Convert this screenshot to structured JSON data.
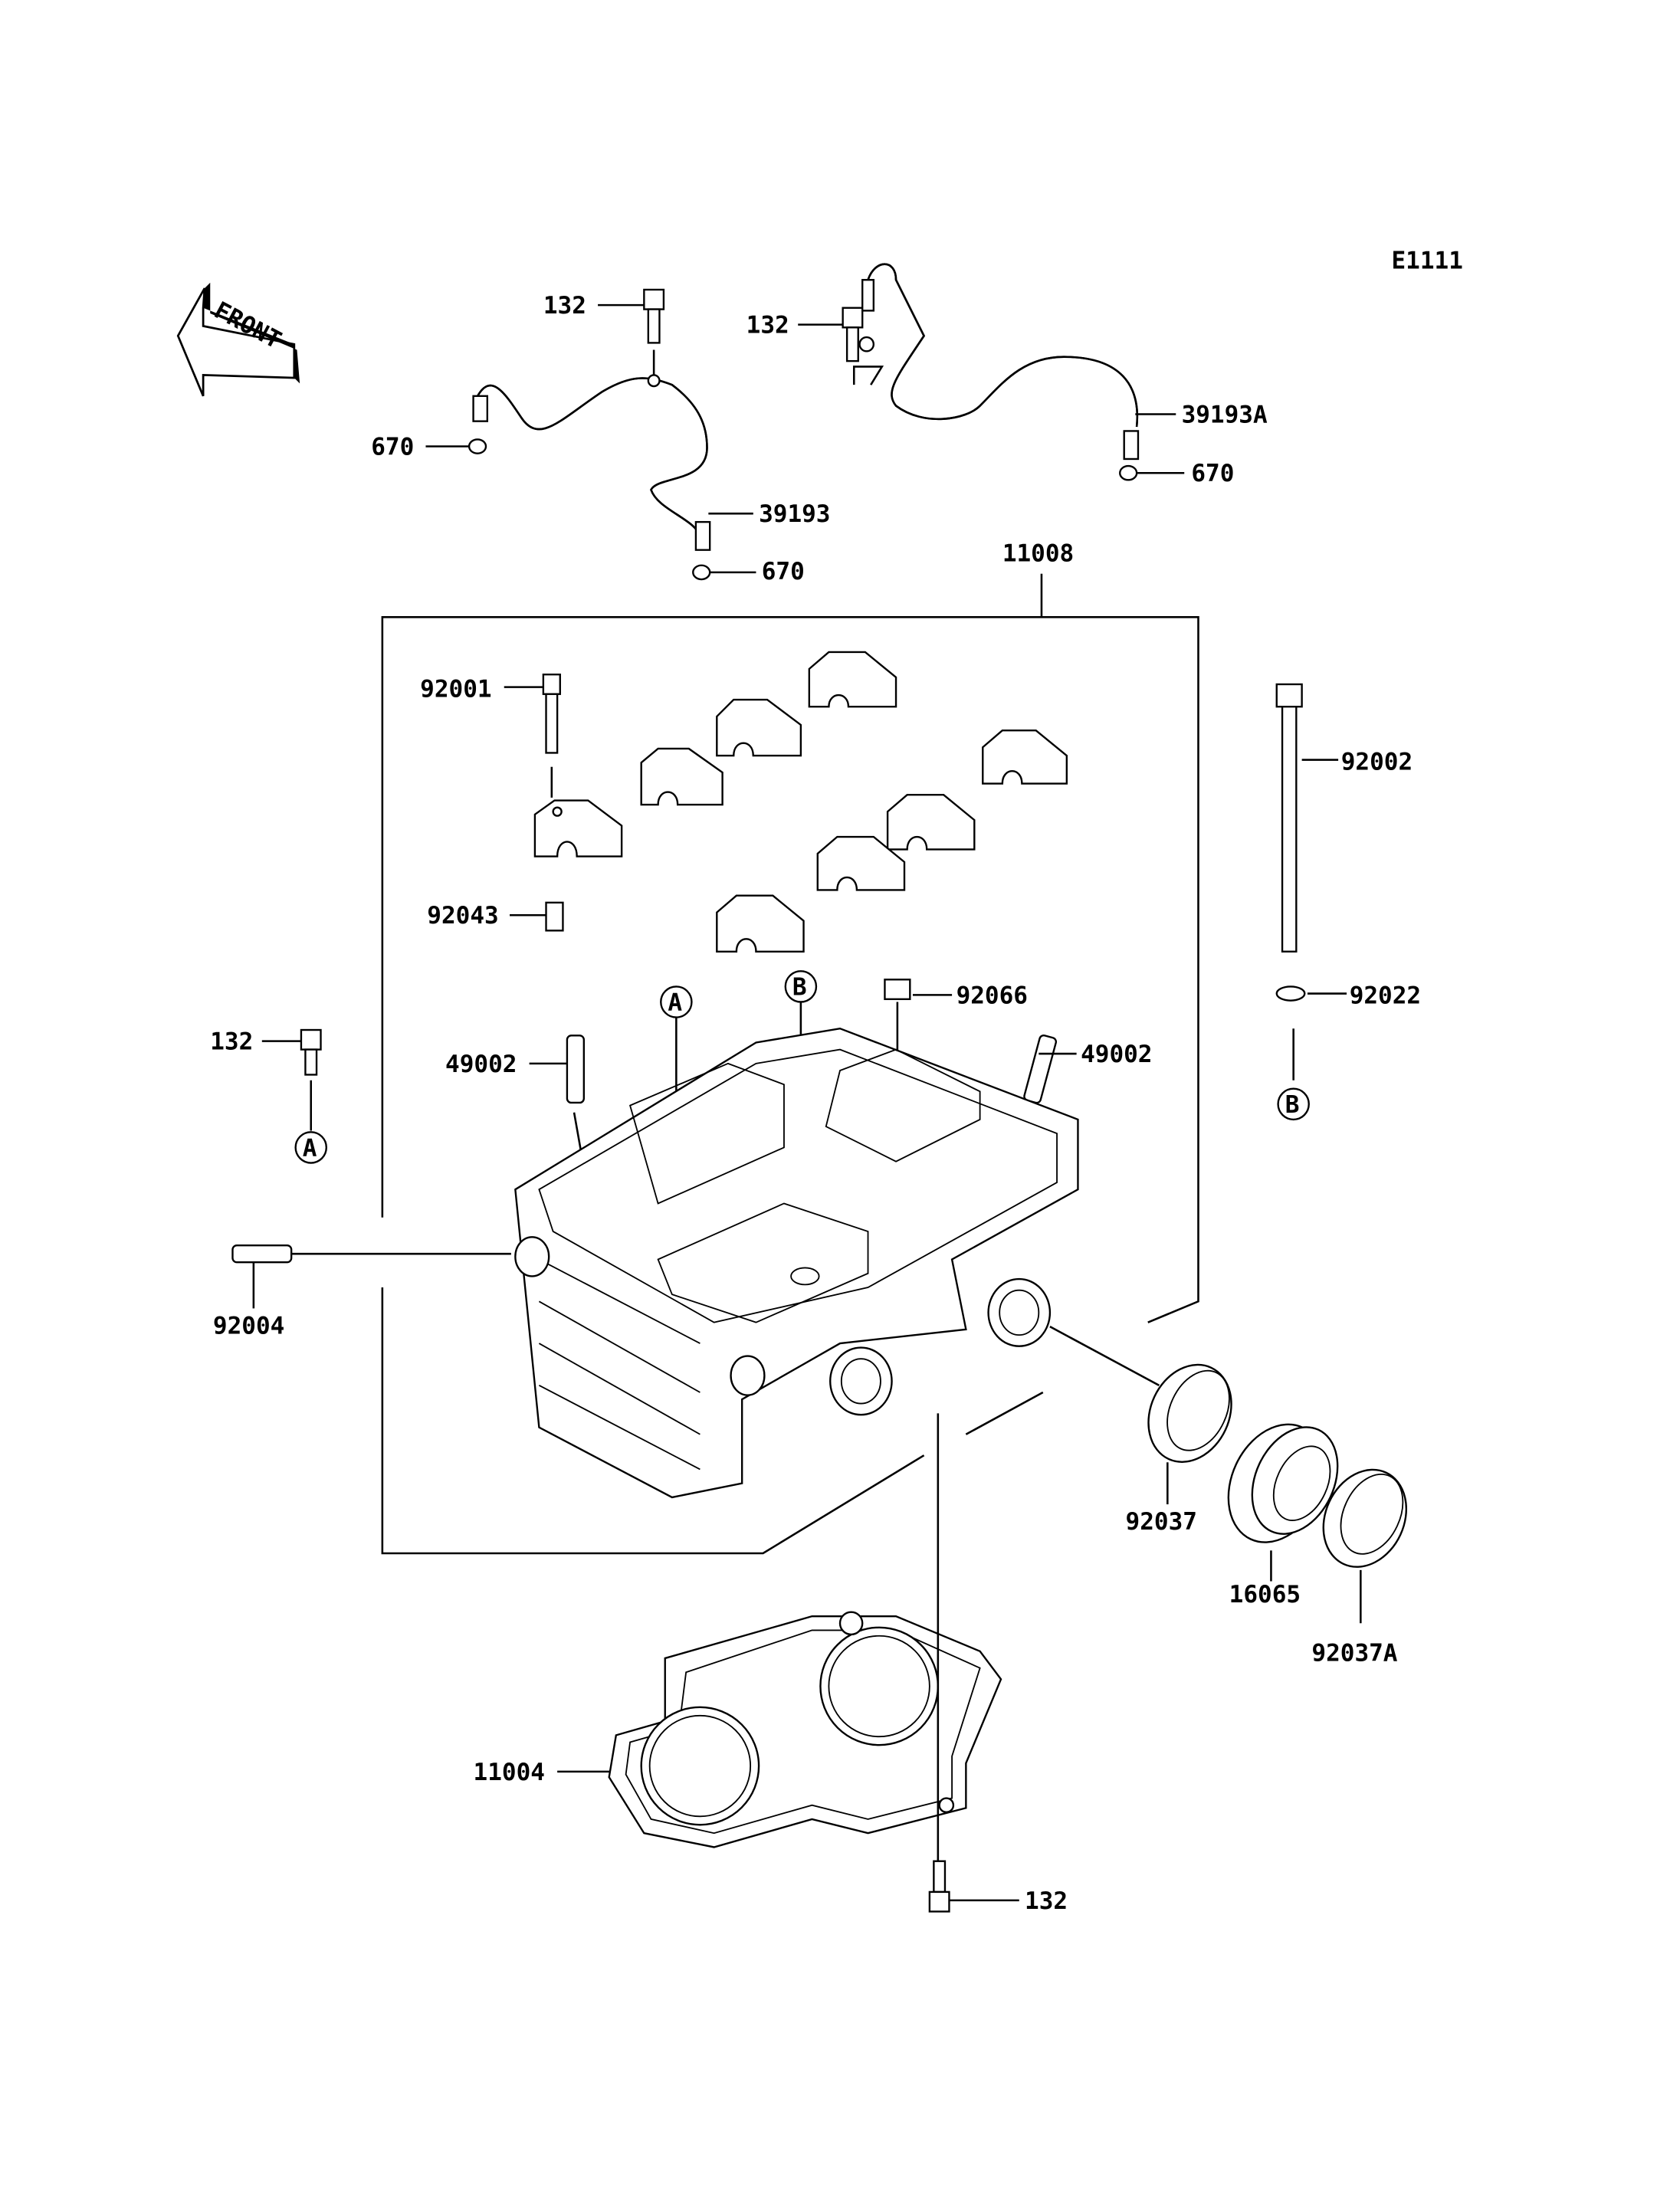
{
  "diagram": {
    "code": "E1111",
    "front_arrow_label": "FRONT",
    "assembly_label": "11008",
    "callouts": {
      "bolt_oil_pipe_left": "132",
      "bolt_oil_pipe_right": "132",
      "bolt_left_a": "132",
      "bolt_bottom": "132",
      "oring_left": "670",
      "oring_middle": "670",
      "oring_right": "670",
      "oil_pipe": "39193",
      "oil_pipe_a": "39193A",
      "bolt_cam_cap": "92001",
      "dowel_pin": "92043",
      "plug_left": "49002",
      "plug_right": "49002",
      "cap_plug": "92066",
      "long_bolt": "92002",
      "washer": "92022",
      "stud": "92004",
      "clamp": "92037",
      "holder": "16065",
      "clamp_a": "92037A",
      "gasket": "11004"
    },
    "reference_markers": {
      "a_inside": "A",
      "b_inside": "B",
      "a_left": "A",
      "b_right": "B"
    }
  }
}
